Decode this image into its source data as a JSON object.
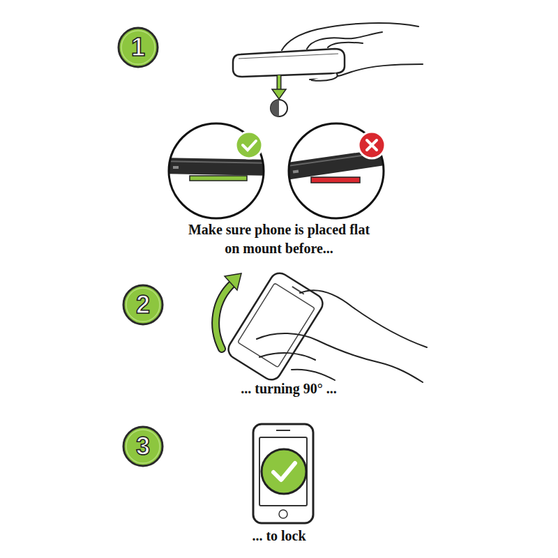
{
  "diagram": {
    "nodes": [
      {
        "text": [
          "1"
        ]
      },
      {
        "text": [
          "2"
        ]
      },
      {
        "text": [
          "3"
        ]
      }
    ],
    "labels": [
      "Make sure phone is placed flat on mount before...",
      "... turning 90° ...",
      "... to lock"
    ]
  }
}
